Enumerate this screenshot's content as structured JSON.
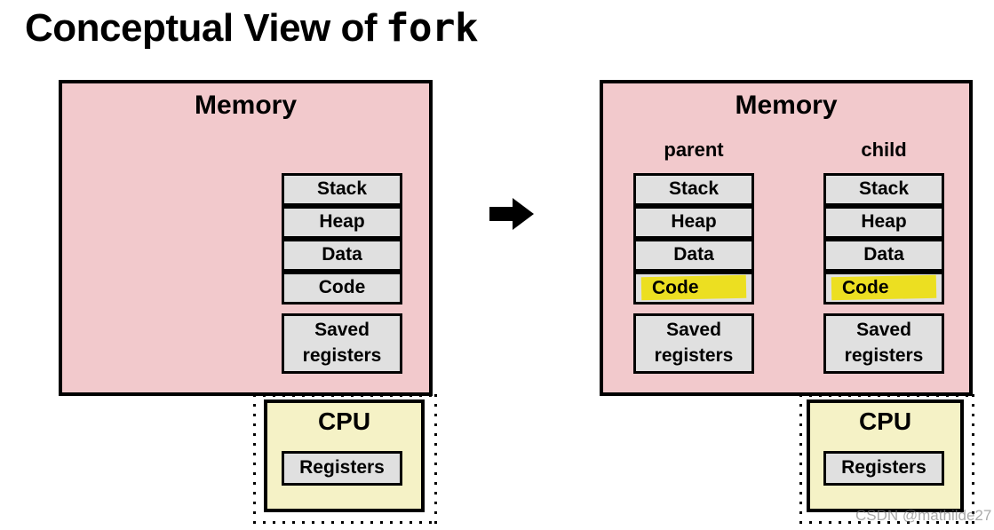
{
  "title": {
    "text": "Conceptual View of",
    "code": "fork"
  },
  "arrow_icon": "heavy-right-arrow",
  "colors": {
    "memory_fill": "#f2c9cc",
    "segment_fill": "#e0e0e0",
    "cpu_fill": "#f5f2c6",
    "code_highlight": "#ecdf21",
    "outline": "#000000"
  },
  "before": {
    "memory_label": "Memory",
    "segments": [
      "Stack",
      "Heap",
      "Data",
      "Code"
    ],
    "saved_registers_label": "Saved registers",
    "cpu_label": "CPU",
    "registers_label": "Registers"
  },
  "after": {
    "memory_label": "Memory",
    "columns": [
      {
        "label": "parent",
        "segments": [
          "Stack",
          "Heap",
          "Data",
          "Code"
        ],
        "highlighted_segment": "Code",
        "saved_registers_label": "Saved registers"
      },
      {
        "label": "child",
        "segments": [
          "Stack",
          "Heap",
          "Data",
          "Code"
        ],
        "highlighted_segment": "Code",
        "saved_registers_label": "Saved registers"
      }
    ],
    "cpu_label": "CPU",
    "registers_label": "Registers"
  },
  "watermark": "CSDN @mathilde27"
}
